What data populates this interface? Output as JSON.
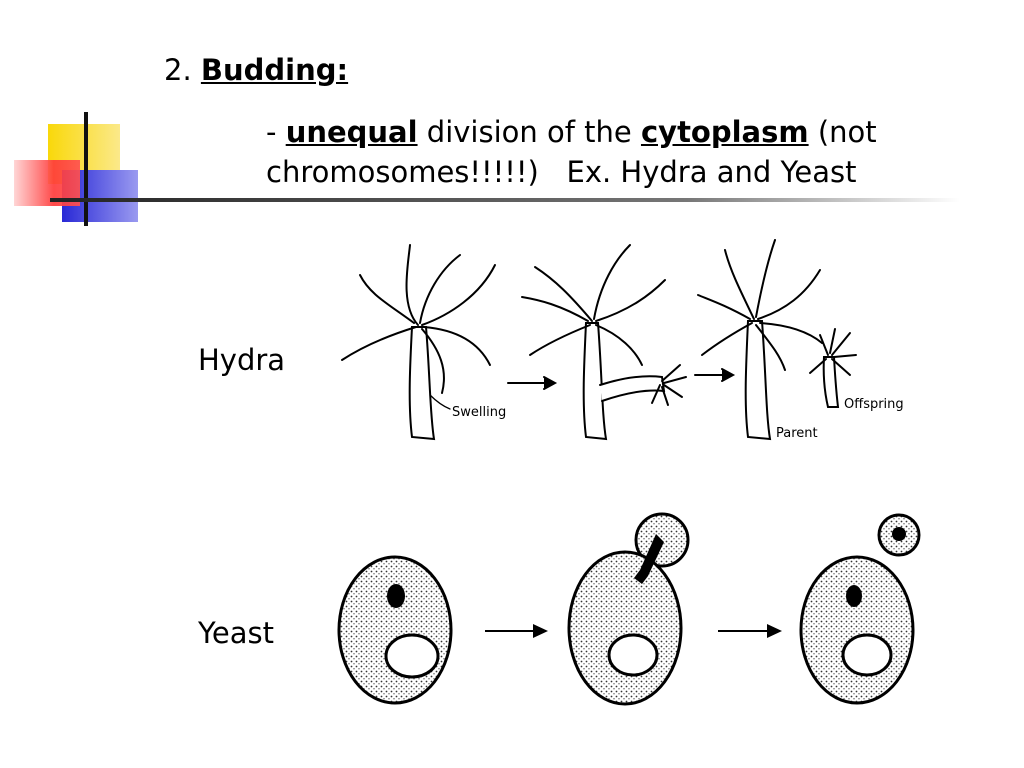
{
  "slide": {
    "heading_number": "2.",
    "heading_term": "Budding:",
    "bullet": {
      "dash": "-",
      "term1": "unequal",
      "text1": "division of the",
      "term2": "cytoplasm",
      "text2": "(not chromosomes!!!!!)",
      "example": "Ex. Hydra and Yeast"
    }
  },
  "rows": {
    "hydra_label": "Hydra",
    "yeast_label": "Yeast"
  },
  "annotations": {
    "swelling": "Swelling",
    "parent": "Parent",
    "offspring": "Offspring"
  },
  "colors": {
    "deco_yellow": "#f9d80a",
    "deco_red": "#ff3b3b",
    "deco_blue": "#2929d6"
  }
}
